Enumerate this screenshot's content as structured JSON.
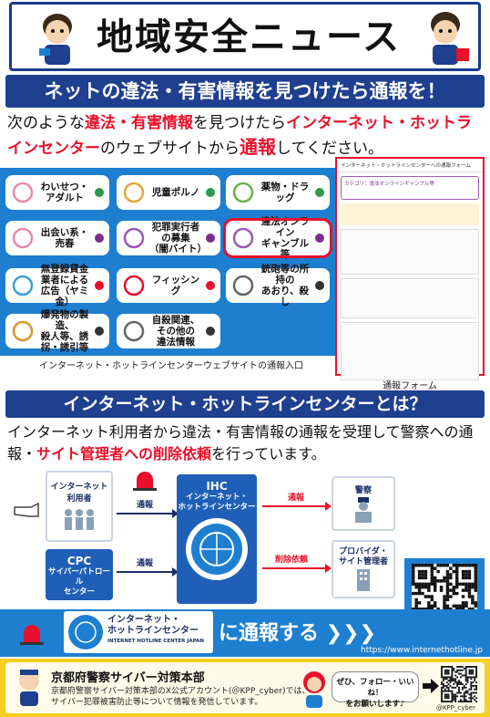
{
  "header": {
    "title": "地域安全ニュース"
  },
  "section1": {
    "heading": "ネットの違法・有害情報を見つけたら通報を！",
    "lead": {
      "p1": "次のような",
      "p2": "違法・有害情報",
      "p3": "を見つけたら",
      "p4": "インターネット・ホットラインセンター",
      "p5": "のウェブサイトから",
      "p6": "通報",
      "p7": "してください。"
    },
    "categories": [
      {
        "label": "わいせつ・アダルト",
        "dot": "#2b9a4a"
      },
      {
        "label": "児童ポルノ",
        "dot": "#2b9a4a"
      },
      {
        "label": "薬物・ドラッグ",
        "dot": "#2b9a4a"
      },
      {
        "label": "出会い系・売春",
        "dot": "#7b2d8e"
      },
      {
        "label": "犯罪実行者の募集\n（闇バイト）",
        "dot": "#7b2d8e"
      },
      {
        "label": "違法オンライン\nギャンブル等",
        "dot": "#7b2d8e"
      },
      {
        "label": "無登録貸金業者による\n広告（ヤミ金）",
        "dot": "#e8102a"
      },
      {
        "label": "フィッシング",
        "dot": "#e8102a"
      },
      {
        "label": "銃砲等の所持の\nあおり、殺し",
        "dot": "#333333"
      },
      {
        "label": "爆発物の製造、\n殺人等、誘拐・誘引等",
        "dot": "#333333"
      },
      {
        "label": "自殺関連、その他の\n違法情報",
        "dot": "#333333"
      }
    ],
    "grid_caption": "インターネット・ホットラインセンターウェブサイトの通報入口",
    "form": {
      "title": "インターネット・ホットラインセンターへの通報フォーム",
      "selected": "カテゴリ：違法オンラインギャンブル等",
      "caption": "通報フォーム"
    }
  },
  "section2": {
    "heading": "インターネット・ホットラインセンターとは？",
    "lead": {
      "p1": "インターネット利用者から違法・有害情報の通報を受理して警察への通報・",
      "p2": "サイト管理者への削除依頼",
      "p3": "を行っています。"
    },
    "flow": {
      "user": "インターネット\n利用者",
      "cpc_title": "CPC",
      "cpc_sub": "サイバーパトロール\nセンター",
      "ihc_title": "IHC",
      "ihc_sub": "インターネット・\nホットラインセンター",
      "police": "警察",
      "provider": "プロバイダ・\nサイト管理者",
      "arrow_report1": "通報",
      "arrow_report2": "通報",
      "arrow_report3": "通報",
      "arrow_delete": "削除依頼"
    }
  },
  "cta": {
    "logo_text": "インターネット・\nホットラインセンター",
    "logo_sub": "INTERNET HOTLINE CENTER JAPAN",
    "report": "に通報する ❯❯❯",
    "url": "https://www.internethotline.jp"
  },
  "footer": {
    "title": "京都府警察サイバー対策本部",
    "desc": "京都府警察サイバー対策本部のX公式アカウント(＠KPP_cyber)では、サイバー犯罪被害防止等について情報を発信しています。",
    "bubble": "ぜひ、フォロー・いいね！\nをお願いします♪",
    "handle": "@KPP_cyber"
  },
  "colors": {
    "navy": "#1f3f8f",
    "red": "#e8102a",
    "blue": "#1e7fd0",
    "yellow": "#f7ce22"
  }
}
